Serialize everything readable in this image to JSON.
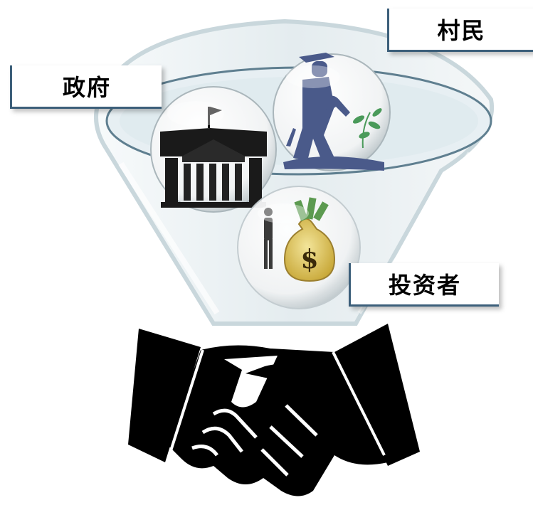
{
  "labels": {
    "government": "政府",
    "villagers": "村民",
    "investors": "投资者"
  },
  "icons": {
    "government": "government-building-icon",
    "villagers": "farmer-watering-icon",
    "investors": "investor-money-bag-icon",
    "cooperation": "handshake-icon"
  },
  "colors": {
    "label_border": "#3c5f7a",
    "funnel_glass": "#e6eef2",
    "funnel_rim": "#c9d7dc",
    "farmer_silhouette": "#4a5a8a",
    "money_bag": "#d8c055",
    "handshake": "#000000"
  }
}
